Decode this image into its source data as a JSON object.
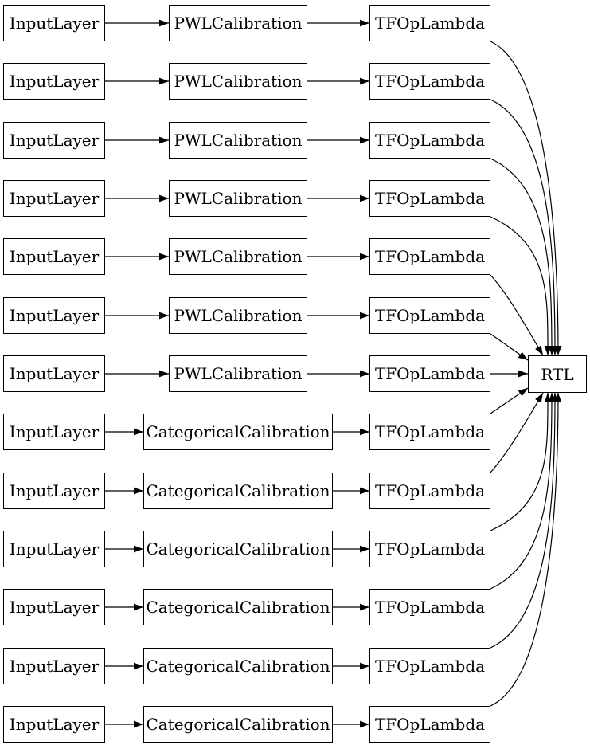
{
  "diagram": {
    "type": "model-architecture-graph",
    "background": "#ffffff",
    "node_style": {
      "fill": "#ffffff",
      "border_color": "#000000",
      "text_color": "#000000"
    },
    "edge_color": "#000000",
    "rows": [
      {
        "input": "InputLayer",
        "calibration": "PWLCalibration",
        "lambda": "TFOpLambda"
      },
      {
        "input": "InputLayer",
        "calibration": "PWLCalibration",
        "lambda": "TFOpLambda"
      },
      {
        "input": "InputLayer",
        "calibration": "PWLCalibration",
        "lambda": "TFOpLambda"
      },
      {
        "input": "InputLayer",
        "calibration": "PWLCalibration",
        "lambda": "TFOpLambda"
      },
      {
        "input": "InputLayer",
        "calibration": "PWLCalibration",
        "lambda": "TFOpLambda"
      },
      {
        "input": "InputLayer",
        "calibration": "PWLCalibration",
        "lambda": "TFOpLambda"
      },
      {
        "input": "InputLayer",
        "calibration": "PWLCalibration",
        "lambda": "TFOpLambda"
      },
      {
        "input": "InputLayer",
        "calibration": "CategoricalCalibration",
        "lambda": "TFOpLambda"
      },
      {
        "input": "InputLayer",
        "calibration": "CategoricalCalibration",
        "lambda": "TFOpLambda"
      },
      {
        "input": "InputLayer",
        "calibration": "CategoricalCalibration",
        "lambda": "TFOpLambda"
      },
      {
        "input": "InputLayer",
        "calibration": "CategoricalCalibration",
        "lambda": "TFOpLambda"
      },
      {
        "input": "InputLayer",
        "calibration": "CategoricalCalibration",
        "lambda": "TFOpLambda"
      },
      {
        "input": "InputLayer",
        "calibration": "CategoricalCalibration",
        "lambda": "TFOpLambda"
      }
    ],
    "sink": {
      "label": "RTL"
    },
    "edges": {
      "per_row_chain": "input -> calibration -> lambda",
      "fan_in": "every lambda -> RTL"
    }
  }
}
